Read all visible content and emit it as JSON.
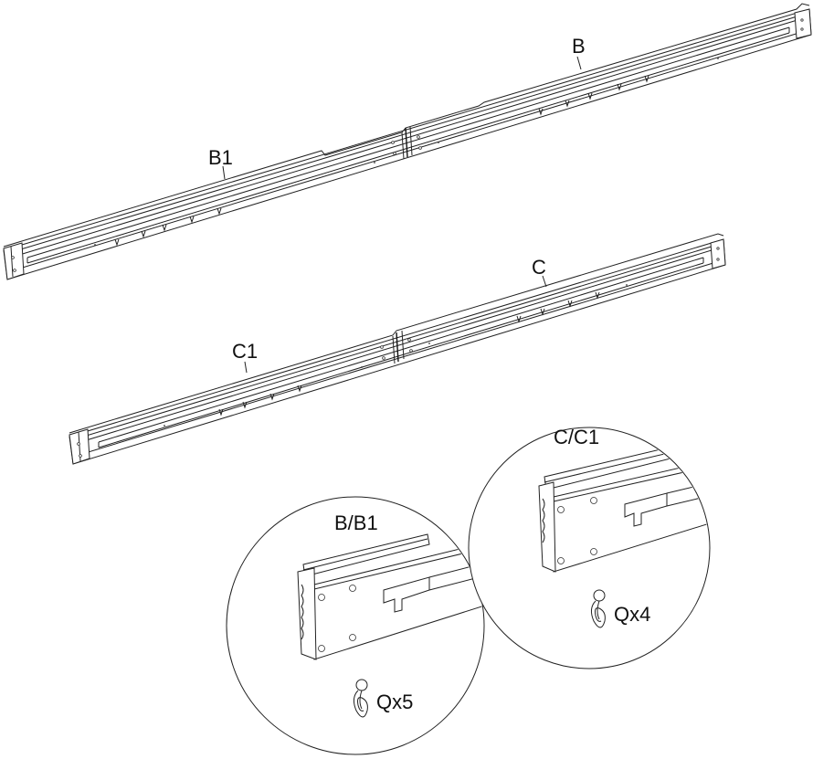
{
  "labels": {
    "b": "B",
    "b1": "B1",
    "c": "C",
    "c1": "C1",
    "detail_b": "B/B1",
    "detail_c": "C/C1",
    "qty_b": "Qx5",
    "qty_c": "Qx4"
  },
  "icons": {
    "clip": "plastic-clip-icon"
  }
}
